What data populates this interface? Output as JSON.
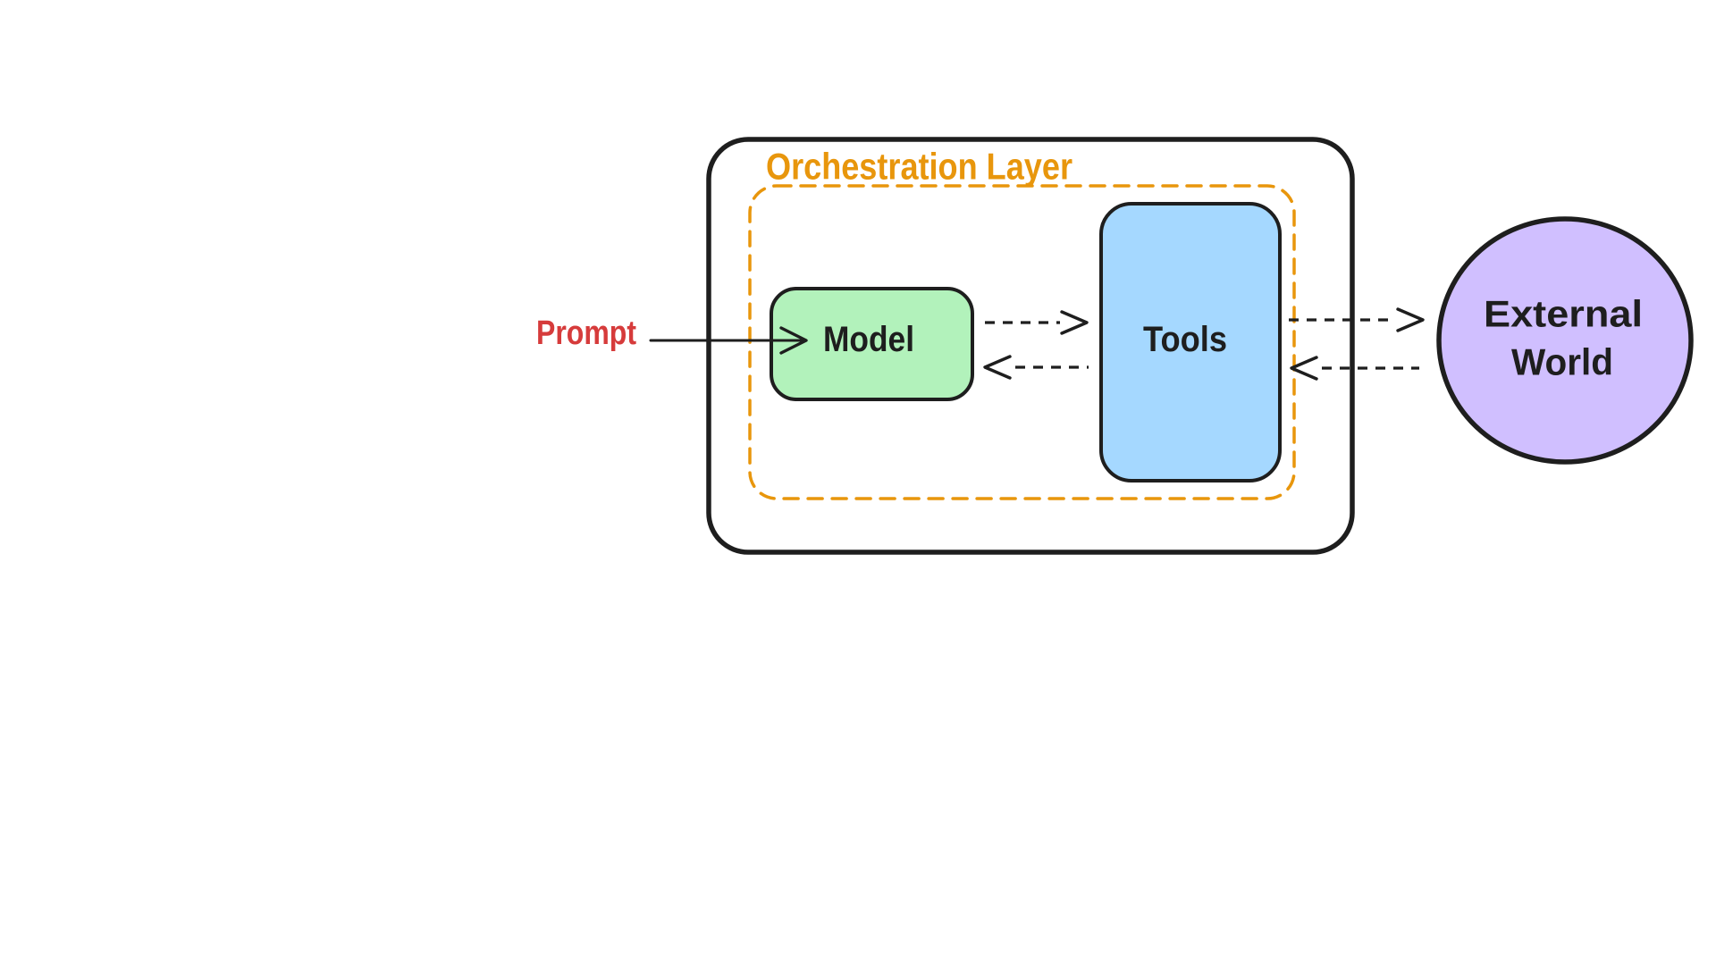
{
  "canvas": {
    "background": "#ffffff"
  },
  "colors": {
    "canvas-bg": "#ffffff",
    "stroke-dark": "#1e1e1e",
    "orange-accent": "#e8960c",
    "red-accent": "#d63b3b",
    "green-fill": "#b2f2bb",
    "blue-fill": "#a5d8ff",
    "purple-fill": "#d0bfff"
  },
  "diagram": {
    "orchestration_layer": {
      "label": "Orchestration Layer"
    },
    "prompt_label": "Prompt",
    "model_label": "Model",
    "tools_label": "Tools",
    "external_world": {
      "lines": [
        "External",
        "World"
      ]
    },
    "edges": [
      {
        "from": "Prompt",
        "to": "Model",
        "style": "solid",
        "direction": "right"
      },
      {
        "from": "Model",
        "to": "Tools",
        "style": "dashed",
        "direction": "right"
      },
      {
        "from": "Tools",
        "to": "Model",
        "style": "dashed",
        "direction": "left"
      },
      {
        "from": "Tools",
        "to": "External World",
        "style": "dashed",
        "direction": "right"
      },
      {
        "from": "External World",
        "to": "Tools",
        "style": "dashed",
        "direction": "left"
      }
    ]
  }
}
